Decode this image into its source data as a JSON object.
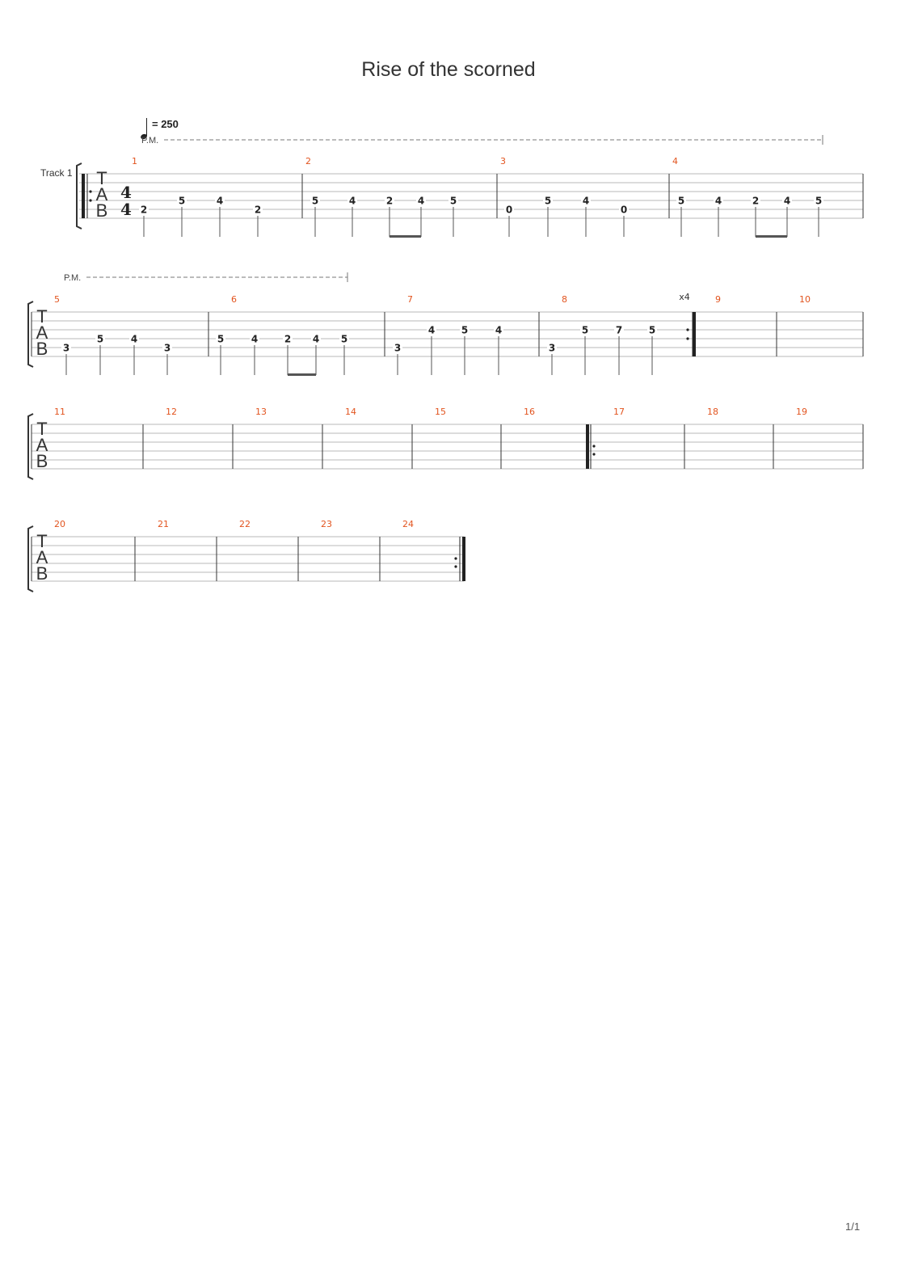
{
  "document": {
    "title": "Rise of the scorned",
    "page_number": "1/1"
  },
  "score": {
    "tempo": "= 250",
    "track_name": "Track 1",
    "time_signature": {
      "numerator": "4",
      "denominator": "4"
    },
    "palm_mute_label": "P.M.",
    "repeat_count_label": "x4",
    "tab_letters": [
      "T",
      "A",
      "B"
    ],
    "measure_numbers": [
      "1",
      "2",
      "3",
      "4",
      "5",
      "6",
      "7",
      "8",
      "9",
      "10",
      "11",
      "12",
      "13",
      "14",
      "15",
      "16",
      "17",
      "18",
      "19",
      "20",
      "21",
      "22",
      "23",
      "24"
    ],
    "measures": [
      {
        "number": "1",
        "notes": [
          {
            "string": 5,
            "fret": "2"
          },
          {
            "string": 4,
            "fret": "5"
          },
          {
            "string": 4,
            "fret": "4"
          },
          {
            "string": 5,
            "fret": "2"
          }
        ]
      },
      {
        "number": "2",
        "notes": [
          {
            "string": 4,
            "fret": "5"
          },
          {
            "string": 4,
            "fret": "4"
          },
          {
            "string": 4,
            "fret": "2"
          },
          {
            "string": 4,
            "fret": "4"
          },
          {
            "string": 4,
            "fret": "5"
          }
        ]
      },
      {
        "number": "3",
        "notes": [
          {
            "string": 5,
            "fret": "0"
          },
          {
            "string": 4,
            "fret": "5"
          },
          {
            "string": 4,
            "fret": "4"
          },
          {
            "string": 5,
            "fret": "0"
          }
        ]
      },
      {
        "number": "4",
        "notes": [
          {
            "string": 4,
            "fret": "5"
          },
          {
            "string": 4,
            "fret": "4"
          },
          {
            "string": 4,
            "fret": "2"
          },
          {
            "string": 4,
            "fret": "4"
          },
          {
            "string": 4,
            "fret": "5"
          }
        ]
      },
      {
        "number": "5",
        "notes": [
          {
            "string": 5,
            "fret": "3"
          },
          {
            "string": 4,
            "fret": "5"
          },
          {
            "string": 4,
            "fret": "4"
          },
          {
            "string": 5,
            "fret": "3"
          }
        ]
      },
      {
        "number": "6",
        "notes": [
          {
            "string": 4,
            "fret": "5"
          },
          {
            "string": 4,
            "fret": "4"
          },
          {
            "string": 4,
            "fret": "2"
          },
          {
            "string": 4,
            "fret": "4"
          },
          {
            "string": 4,
            "fret": "5"
          }
        ]
      },
      {
        "number": "7",
        "notes": [
          {
            "string": 5,
            "fret": "3"
          },
          {
            "string": 3,
            "fret": "4"
          },
          {
            "string": 3,
            "fret": "5"
          },
          {
            "string": 3,
            "fret": "4"
          }
        ]
      },
      {
        "number": "8",
        "notes": [
          {
            "string": 5,
            "fret": "3"
          },
          {
            "string": 3,
            "fret": "5"
          },
          {
            "string": 3,
            "fret": "7"
          },
          {
            "string": 3,
            "fret": "5"
          }
        ]
      }
    ]
  }
}
